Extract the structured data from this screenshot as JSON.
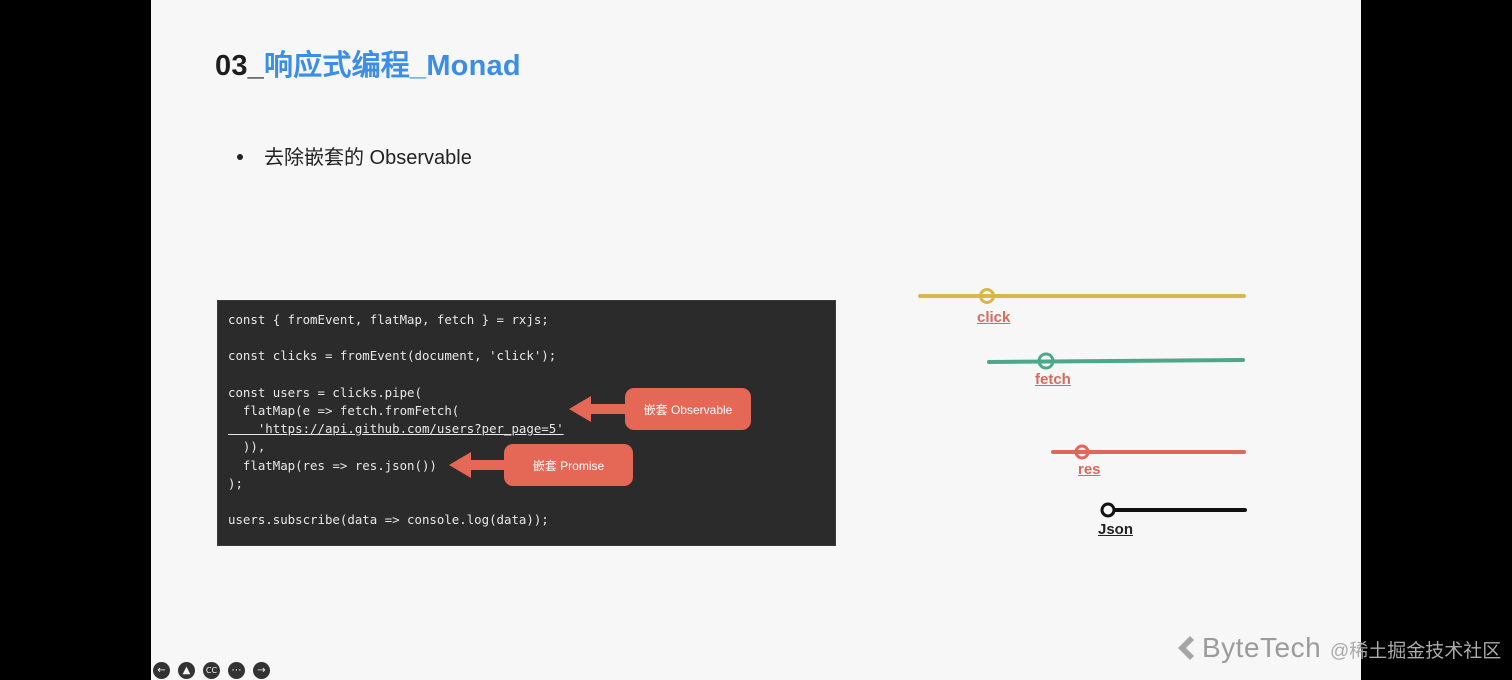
{
  "slide": {
    "title_prefix": "03_",
    "title_main": "响应式编程_Monad",
    "bullet": "去除嵌套的 Observable"
  },
  "code": {
    "lines": [
      "const { fromEvent, flatMap, fetch } = rxjs;",
      "",
      "const clicks = fromEvent(document, 'click');",
      "",
      "const users = clicks.pipe(",
      "  flatMap(e => fetch.fromFetch(",
      "    'https://api.github.com/users?per_page=5'",
      "  )),",
      "  flatMap(res => res.json())",
      ");",
      "",
      "users.subscribe(data => console.log(data));"
    ]
  },
  "callouts": [
    {
      "label": "嵌套 Observable"
    },
    {
      "label": "嵌套 Promise"
    }
  ],
  "timelines": [
    {
      "label": "click",
      "color": "#d9b74a"
    },
    {
      "label": "fetch",
      "color": "#4ca88a"
    },
    {
      "label": "res",
      "color": "#e0685a"
    },
    {
      "label": "Json",
      "color": "#111111"
    }
  ],
  "brand": {
    "name": "ByteTech"
  },
  "watermark": "@稀土掘金技术社区",
  "nav_icons": [
    "back-icon",
    "upload-icon",
    "cc-icon",
    "more-icon",
    "forward-icon"
  ]
}
